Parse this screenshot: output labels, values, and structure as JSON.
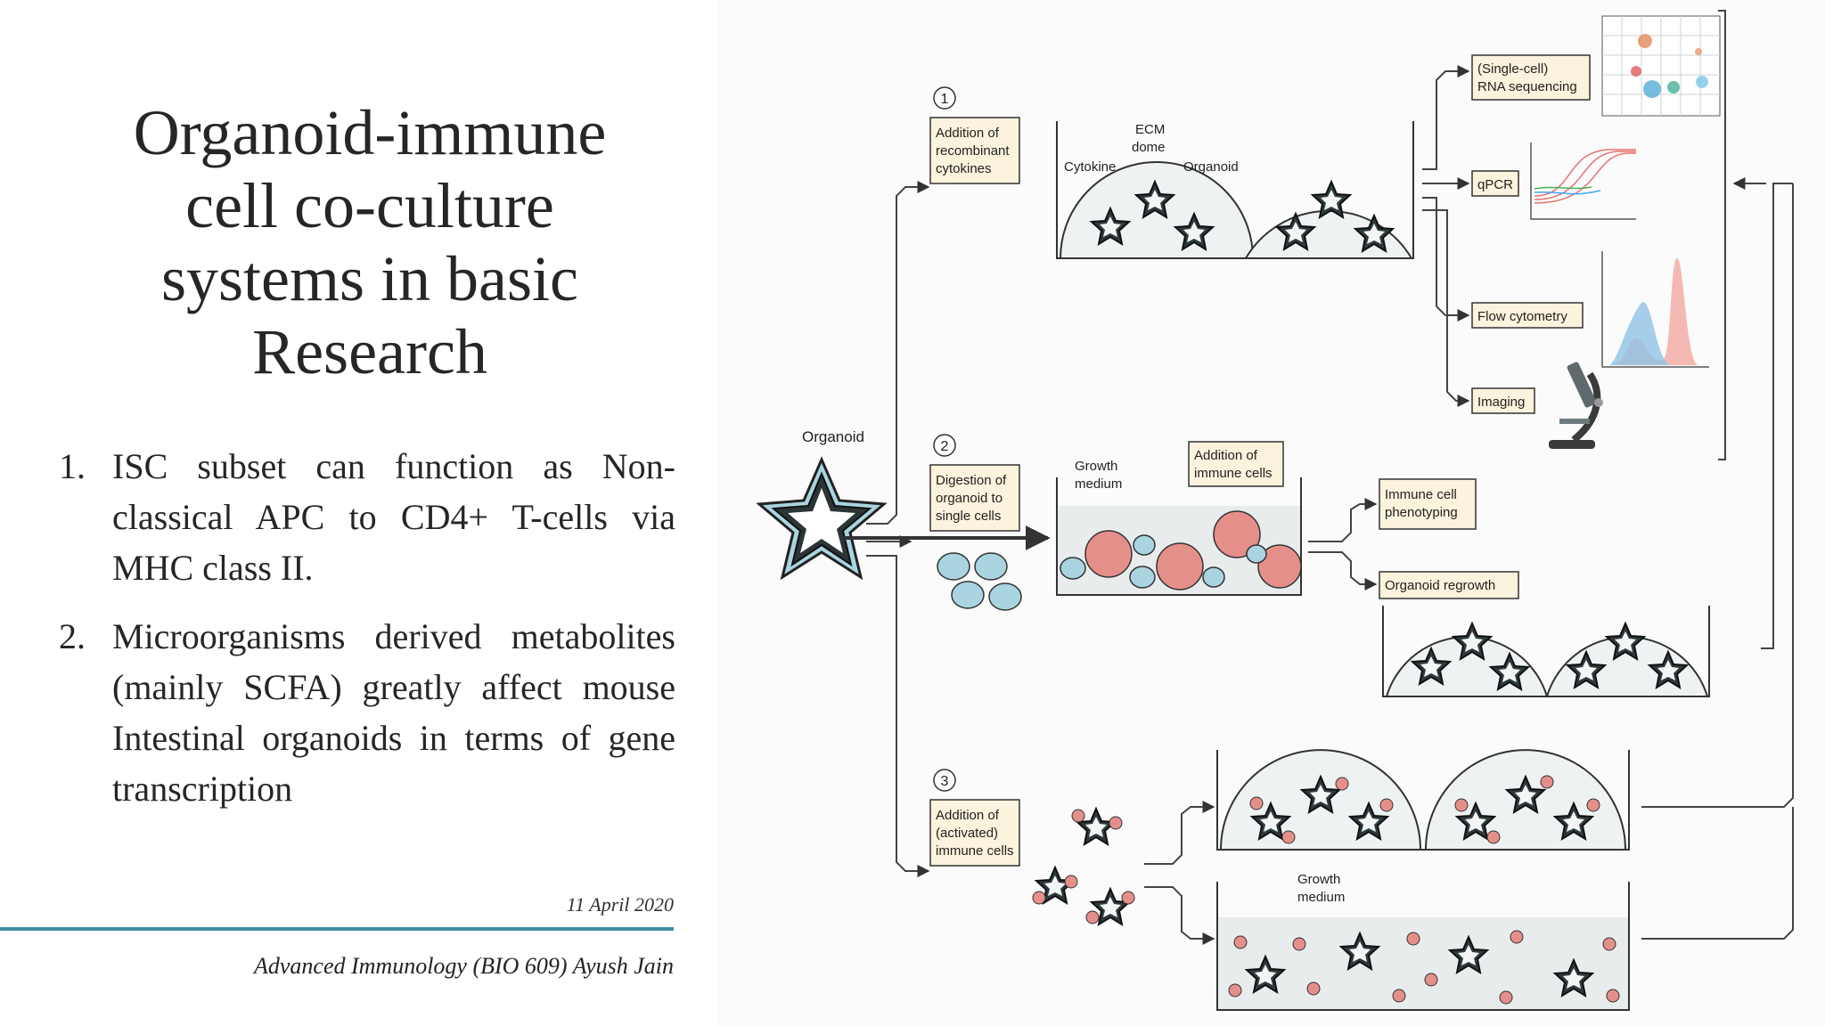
{
  "slide": {
    "title_lines": [
      "Organoid-immune",
      "cell co-culture",
      "systems in basic",
      "Research"
    ],
    "bullets": [
      {
        "num": "1.",
        "text": "ISC subset can function as Non-classical APC to CD4+ T-cells via MHC class II."
      },
      {
        "num": "2.",
        "text": "Microorganisms derived metabolites (mainly SCFA) greatly affect mouse Intestinal organoids in terms of gene transcription"
      }
    ],
    "date": "11 April 2020",
    "footer": "Advanced Immunology (BIO 609)  Ayush Jain",
    "accent_color": "#3f8fa3"
  },
  "figure": {
    "organoid_label": "Organoid",
    "steps": [
      {
        "num": "1",
        "lines": [
          "Addition of",
          "recombinant",
          "cytokines"
        ]
      },
      {
        "num": "2",
        "lines": [
          "Digestion of",
          "organoid to",
          "single cells"
        ]
      },
      {
        "num": "3",
        "lines": [
          "Addition of",
          "(activated)",
          "immune cells"
        ]
      }
    ],
    "labels": {
      "ecm_dome": [
        "ECM",
        "dome"
      ],
      "cytokine": "Cytokine",
      "organoid": "Organoid",
      "growth_medium": [
        "Growth",
        "medium"
      ],
      "addition_immune": [
        "Addition of",
        "immune cells"
      ],
      "growth_medium_3": [
        "Growth",
        "medium"
      ]
    },
    "outputs": {
      "rnaseq": [
        "(Single-cell)",
        "RNA sequencing"
      ],
      "qpcr": "qPCR",
      "flow": "Flow cytometry",
      "imaging": "Imaging",
      "immune_pheno": [
        "Immune cell",
        "phenotyping"
      ],
      "regrowth": "Organoid regrowth"
    }
  }
}
